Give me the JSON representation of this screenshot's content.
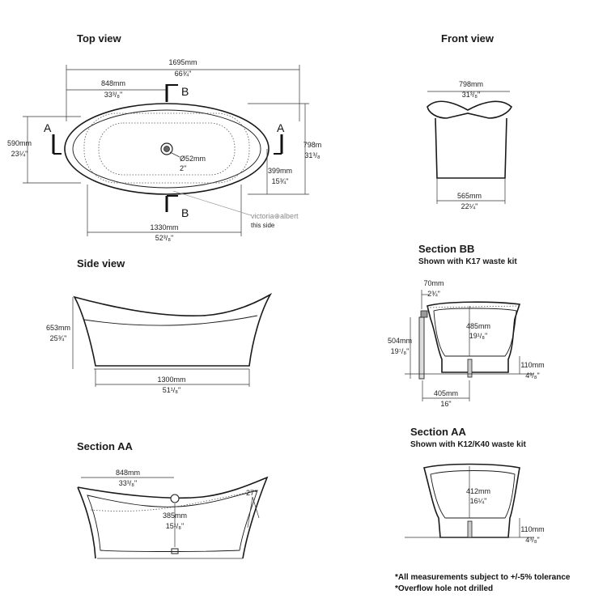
{
  "titles": {
    "top_view": "Top view",
    "front_view": "Front view",
    "side_view": "Side view",
    "section_aa_left": "Section AA",
    "section_bb": "Section BB",
    "section_bb_sub": "Shown with K17 waste kit",
    "section_aa_right": "Section AA",
    "section_aa_right_sub": "Shown with K12/K40 waste kit"
  },
  "top_view": {
    "length_mm": "1695mm",
    "length_in": "66¾\"",
    "b_offset_mm": "848mm",
    "b_offset_in": "33³/₈\"",
    "width_left_mm": "590mm",
    "width_left_in": "23¼\"",
    "width_right_mm": "798m",
    "width_right_in": "31³/₈",
    "half_width_mm": "399mm",
    "half_width_in": "15¾\"",
    "waste_mm": "Ø52mm",
    "waste_in": "2\"",
    "inner_length_mm": "1330mm",
    "inner_length_in": "52³/₈\"",
    "brand": "victoria⊕albert",
    "brand_note": "this side",
    "label_a": "A",
    "label_b": "B"
  },
  "front_view": {
    "top_mm": "798mm",
    "top_in": "31³/₈\"",
    "base_mm": "565mm",
    "base_in": "22¼\""
  },
  "side_view": {
    "height_mm": "653mm",
    "height_in": "25¾\"",
    "base_mm": "1300mm",
    "base_in": "51¹/₈\""
  },
  "section_aa_left": {
    "offset_mm": "848mm",
    "offset_in": "33³/₈\"",
    "angle": "27°",
    "depth_mm": "385mm",
    "depth_in": "15¹/₈\""
  },
  "section_bb": {
    "rim_mm": "70mm",
    "rim_in": "2¾\"",
    "depth_mm": "485mm",
    "depth_in": "19¹/₈\"",
    "height_mm": "504mm",
    "height_in": "19⁷/₈\"",
    "floor_mm": "110mm",
    "floor_in": "4³/₈\"",
    "base_mm": "405mm",
    "base_in": "16\""
  },
  "section_aa_right": {
    "depth_mm": "412mm",
    "depth_in": "16¼\"",
    "floor_mm": "110mm",
    "floor_in": "4³/₈\""
  },
  "notes": [
    "*All measurements subject to +/-5% tolerance",
    "*Overflow hole not drilled"
  ]
}
